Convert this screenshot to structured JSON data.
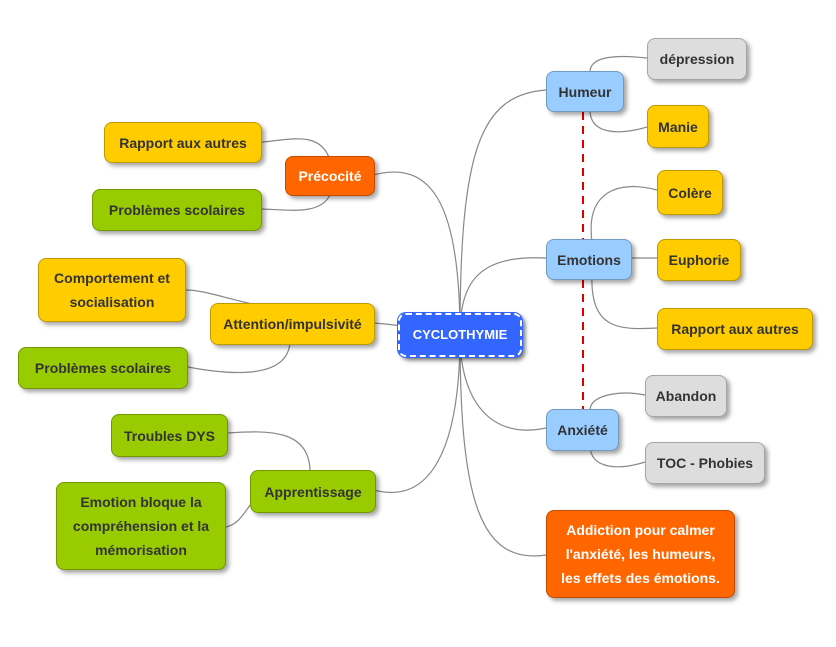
{
  "center": "CYCLOTHYMIE",
  "left": {
    "precocite": "Précocité",
    "precocite_children": [
      "Rapport aux autres",
      "Problèmes scolaires"
    ],
    "attention": "Attention/impulsivité",
    "attention_children": [
      "Comportement et\nsocialisation",
      "Problèmes scolaires"
    ],
    "apprentissage": "Apprentissage",
    "apprentissage_children": [
      "Troubles DYS",
      "Emotion bloque la\ncompréhension et la\nmémorisation"
    ]
  },
  "right": {
    "humeur": "Humeur",
    "humeur_children": [
      "dépression",
      "Manie"
    ],
    "emotions": "Emotions",
    "emotions_children": [
      "Colère",
      "Euphorie",
      "Rapport aux autres"
    ],
    "anxiete": "Anxiété",
    "anxiete_children": [
      "Abandon",
      "TOC - Phobies"
    ],
    "addiction": "Addiction pour calmer\nl'anxiété, les humeurs,\nles effets des émotions."
  },
  "colors": {
    "yellow": "#ffcc00",
    "green": "#99cc00",
    "blue": "#99ccff",
    "gray": "#dddddd",
    "orange": "#ff6600",
    "center": "#3366ff",
    "dashed_relation": "#dd0000"
  }
}
